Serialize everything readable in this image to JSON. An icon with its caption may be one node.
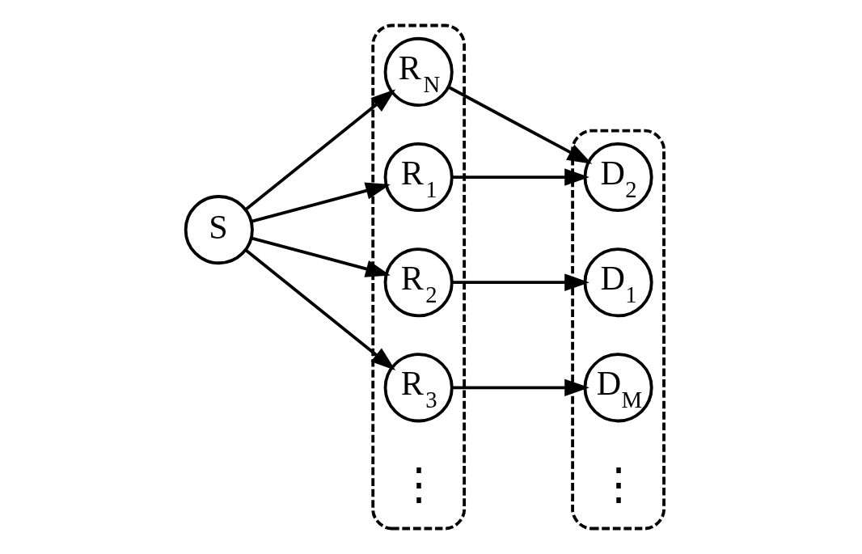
{
  "diagram": {
    "nodes": [
      {
        "text": [
          "S"
        ]
      },
      {
        "text": [],
        "shape": "ellipse"
      },
      {
        "text": [
          "R$_{1}$"
        ],
        "in": 1
      },
      {
        "text": [
          "R$_{2}$"
        ],
        "in": 1
      },
      {
        "text": [
          "R$_{3}$"
        ],
        "in": 1
      },
      {
        "text": [
          "R$_{N}$"
        ],
        "in": 1
      },
      {
        "text": [],
        "shape": "ellipse"
      },
      {
        "text": [
          "D$_{1}$"
        ],
        "in": 6
      },
      {
        "text": [
          "D$_{2}$"
        ],
        "in": 6
      },
      {
        "text": [
          "D$_{M}$"
        ],
        "in": 6
      }
    ],
    "edges": [
      {
        "from": 0,
        "to": 2,
        "arrow": "to"
      },
      {
        "from": 0,
        "to": 3,
        "arrow": "to"
      },
      {
        "from": 0,
        "to": 4,
        "arrow": "to"
      },
      {
        "from": 0,
        "to": 5,
        "arrow": "to"
      },
      {
        "from": 2,
        "to": 8,
        "arrow": "to"
      },
      {
        "from": 3,
        "to": 7,
        "arrow": "to"
      },
      {
        "from": 4,
        "to": 9,
        "arrow": "to"
      },
      {
        "from": 5,
        "to": 8,
        "arrow": "to"
      }
    ],
    "labels": [
      "⋮",
      "⋮"
    ]
  }
}
